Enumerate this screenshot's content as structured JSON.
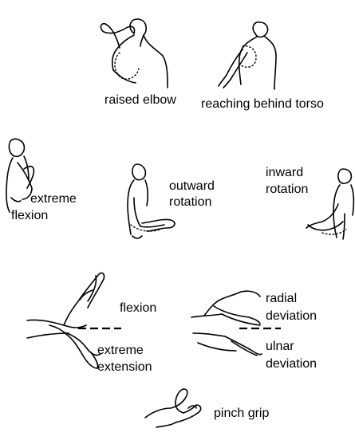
{
  "labels": {
    "raised_elbow": "raised elbow",
    "reaching_behind_torso": "reaching behind torso",
    "extreme_flexion_1": "extreme",
    "extreme_flexion_2": "flexion",
    "outward_rotation_1": "outward",
    "outward_rotation_2": "rotation",
    "inward_rotation_1": "inward",
    "inward_rotation_2": "rotation",
    "wrist_flexion": "flexion",
    "extreme_extension_1": "extreme",
    "extreme_extension_2": "extension",
    "radial_deviation_1": "radial",
    "radial_deviation_2": "deviation",
    "ulnar_deviation_1": "ulnar",
    "ulnar_deviation_2": "deviation",
    "pinch_grip": "pinch grip"
  },
  "colors": {
    "ink": "#000000",
    "background": "#ffffff"
  }
}
